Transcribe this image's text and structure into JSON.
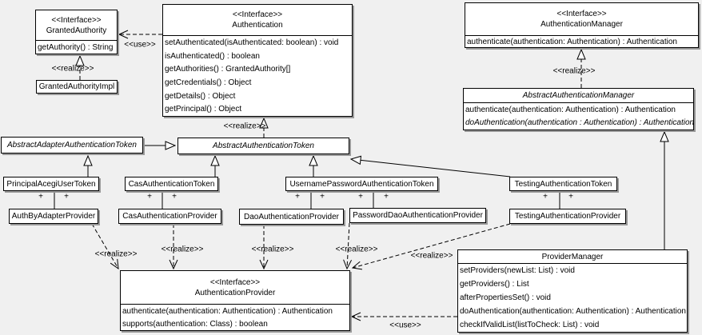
{
  "labels": {
    "realize": "<<realize>>",
    "use": "<<use>>",
    "plus": "+"
  },
  "classes": {
    "granted_authority": {
      "stereotype": "<<Interface>>",
      "name": "GrantedAuthority",
      "methods": [
        "getAuthority() : String"
      ]
    },
    "granted_authority_impl": {
      "name": "GrantedAuthorityImpl"
    },
    "authentication": {
      "stereotype": "<<Interface>>",
      "name": "Authentication",
      "methods": [
        "setAuthenticated(isAuthenticated: boolean) : void",
        "isAuthenticated() : boolean",
        "getAuthorities() : GrantedAuthority[]",
        "getCredentials() : Object",
        "getDetails() : Object",
        "getPrincipal() : Object"
      ]
    },
    "authentication_manager": {
      "stereotype": "<<Interface>>",
      "name": "AuthenticationManager",
      "methods": [
        "authenticate(authentication: Authentication) : Authentication"
      ]
    },
    "abstract_authentication_manager": {
      "name": "AbstractAuthenticationManager",
      "methods": [
        "authenticate(authentication: Authentication) : Authentication",
        "doAuthentication(authentication : Authentication) : Authentication"
      ]
    },
    "abstract_adapter_authentication_token": {
      "name": "AbstractAdapterAuthenticationToken"
    },
    "abstract_authentication_token": {
      "name": "AbstractAuthenticationToken"
    },
    "principal_acegi_user_token": {
      "name": "PrincipalAcegiUserToken"
    },
    "cas_authentication_token": {
      "name": "CasAuthenticationToken"
    },
    "username_password_authentication_token": {
      "name": "UsernamePasswordAuthenticationToken"
    },
    "testing_authentication_token": {
      "name": "TestingAuthenticationToken"
    },
    "auth_by_adapter_provider": {
      "name": "AuthByAdapterProvider"
    },
    "cas_authentication_provider": {
      "name": "CasAuthenticationProvider"
    },
    "dao_authentication_provider": {
      "name": "DaoAuthenticationProvider"
    },
    "password_dao_authentication_provider": {
      "name": "PasswordDaoAuthenticationProvider"
    },
    "testing_authentication_provider": {
      "name": "TestingAuthenticationProvider"
    },
    "authentication_provider": {
      "stereotype": "<<Interface>>",
      "name": "AuthenticationProvider",
      "methods": [
        "authenticate(authentication: Authentication) : Authentication",
        "supports(authentication: Class) : boolean"
      ]
    },
    "provider_manager": {
      "name": "ProviderManager",
      "methods": [
        "setProviders(newList: List) : void",
        "getProviders() : List",
        "afterPropertiesSet() : void",
        "doAuthentication(authentication: Authentication) : Authentication",
        "checkIfValidList(listToCheck: List) : void"
      ]
    }
  },
  "colors": {
    "background": "#f0f0f0",
    "box_fill": "#ffffff",
    "line": "#000000",
    "shadow": "#999999"
  }
}
